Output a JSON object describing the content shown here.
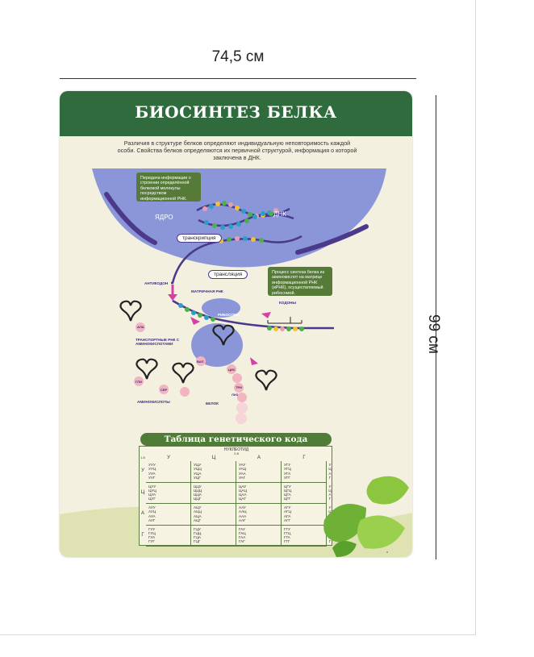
{
  "dimensions": {
    "width": "74,5 см",
    "height": "99 см"
  },
  "poster": {
    "title": "БИОСИНТЕЗ БЕЛКА",
    "intro": "Различия в структуре белков определяют индивидуальную неповторимость каждой особи. Свойства белков определяются их первичной структурой, информация о которой заключена в ДНК.",
    "callout_transcription": "Передача информации о строении определённой белковой молекулы посредством информационной РНК.",
    "callout_translation": "Процесс синтеза белка из аминокислот на матрице информационной РНК (иРНК), осуществляемый рибосомой.",
    "labels": {
      "nucleus": "ЯДРО",
      "dna": "ДНК",
      "transcription": "транскрипция",
      "translation": "трансляция",
      "anticodon": "АНТИКОДОН",
      "mrna": "МАТРИЧНАЯ РНК",
      "ribosome": "РИБОСОМА",
      "codons": "КОДОНЫ",
      "trna": "ТРАНСПОРТНЫЕ РНК С АМИНОКИСЛОТАМИ",
      "amino_acids": "АМИНОКИСЛОТЫ",
      "protein": "БЕЛОК",
      "ala": "АЛА",
      "val": "ВАЛ",
      "cis": "ЦИС",
      "tri": "ТРИ",
      "lyz": "ЛИЗ",
      "gli": "ГЛИ",
      "ser": "СЕР"
    },
    "table": {
      "title": "Таблица генетического кода",
      "header": "НУКЛЕОТИД",
      "sub": "2-й",
      "first_col_label": "1-й",
      "columns": [
        "У",
        "Ц",
        "А",
        "Г"
      ],
      "rows": [
        {
          "base": "У",
          "codons": [
            [
              "УУУ",
              "УУЦ",
              "УУА",
              "УУГ"
            ],
            [
              "УЦУ",
              "УЦЦ",
              "УЦА",
              "УЦГ"
            ],
            [
              "УАУ",
              "УАЦ",
              "УАА",
              "УАГ"
            ],
            [
              "УГУ",
              "УГЦ",
              "УГА",
              "УГГ"
            ]
          ]
        },
        {
          "base": "Ц",
          "codons": [
            [
              "ЦУУ",
              "ЦУЦ",
              "ЦУА",
              "ЦУГ"
            ],
            [
              "ЦЦУ",
              "ЦЦЦ",
              "ЦЦА",
              "ЦЦГ"
            ],
            [
              "ЦАУ",
              "ЦАЦ",
              "ЦАА",
              "ЦАГ"
            ],
            [
              "ЦГУ",
              "ЦГЦ",
              "ЦГА",
              "ЦГГ"
            ]
          ]
        },
        {
          "base": "А",
          "codons": [
            [
              "АУУ",
              "АУЦ",
              "АУА",
              "АУГ"
            ],
            [
              "АЦУ",
              "АЦЦ",
              "АЦА",
              "АЦГ"
            ],
            [
              "ААУ",
              "ААЦ",
              "ААА",
              "ААГ"
            ],
            [
              "АГУ",
              "АГЦ",
              "АГА",
              "АГГ"
            ]
          ]
        },
        {
          "base": "Г",
          "codons": [
            [
              "ГУУ",
              "ГУЦ",
              "ГУА",
              "ГУГ"
            ],
            [
              "ГЦУ",
              "ГЦЦ",
              "ГЦА",
              "ГЦГ"
            ],
            [
              "ГАУ",
              "ГАЦ",
              "ГАА",
              "ГАГ"
            ],
            [
              "ГГУ",
              "ГГЦ",
              "ГГА",
              "ГГГ"
            ]
          ]
        }
      ],
      "third": [
        "У",
        "Ц",
        "А",
        "Г"
      ]
    }
  },
  "colors": {
    "header_green": "#2f6b3c",
    "callout_green": "#567a37",
    "nucleus_blue": "#8b96d8",
    "purple": "#4b3a8c",
    "cream": "#f4f0e0"
  }
}
